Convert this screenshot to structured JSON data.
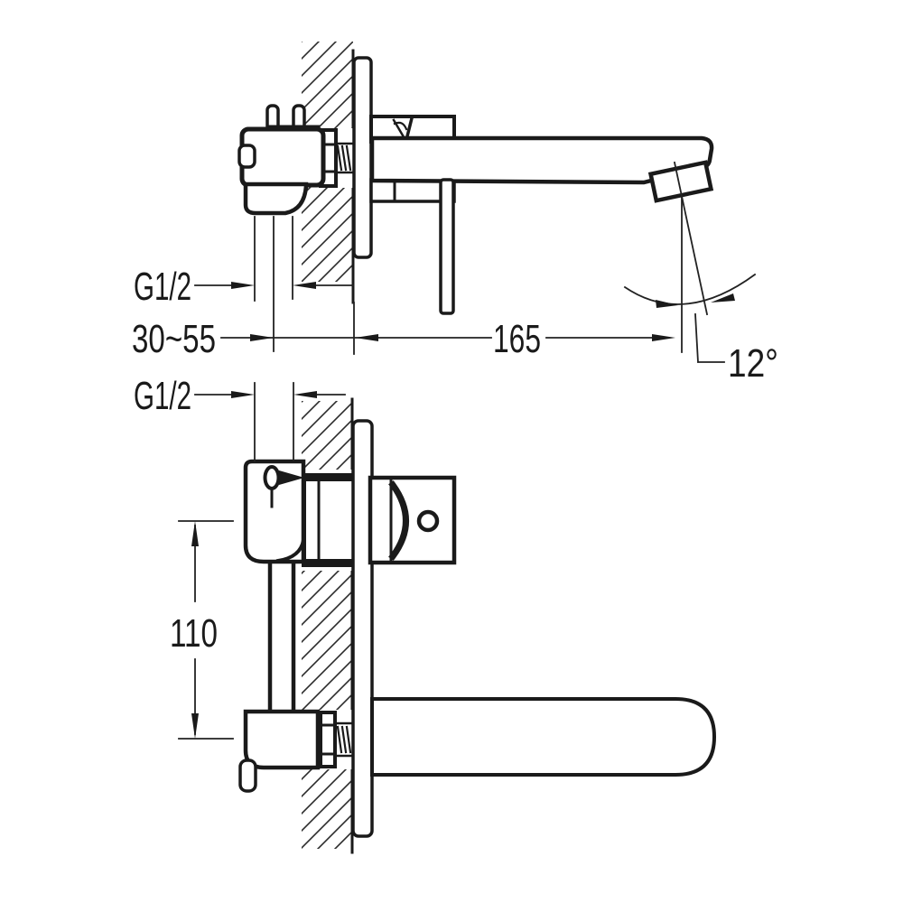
{
  "drawing": {
    "background": "#ffffff",
    "line_color": "#1a1a1a",
    "labels": {
      "thread_top": "G1/2",
      "depth_range": "30~55",
      "spout_reach": "165",
      "spout_angle": "12°",
      "thread_front": "G1/2",
      "center_distance": "110"
    }
  }
}
